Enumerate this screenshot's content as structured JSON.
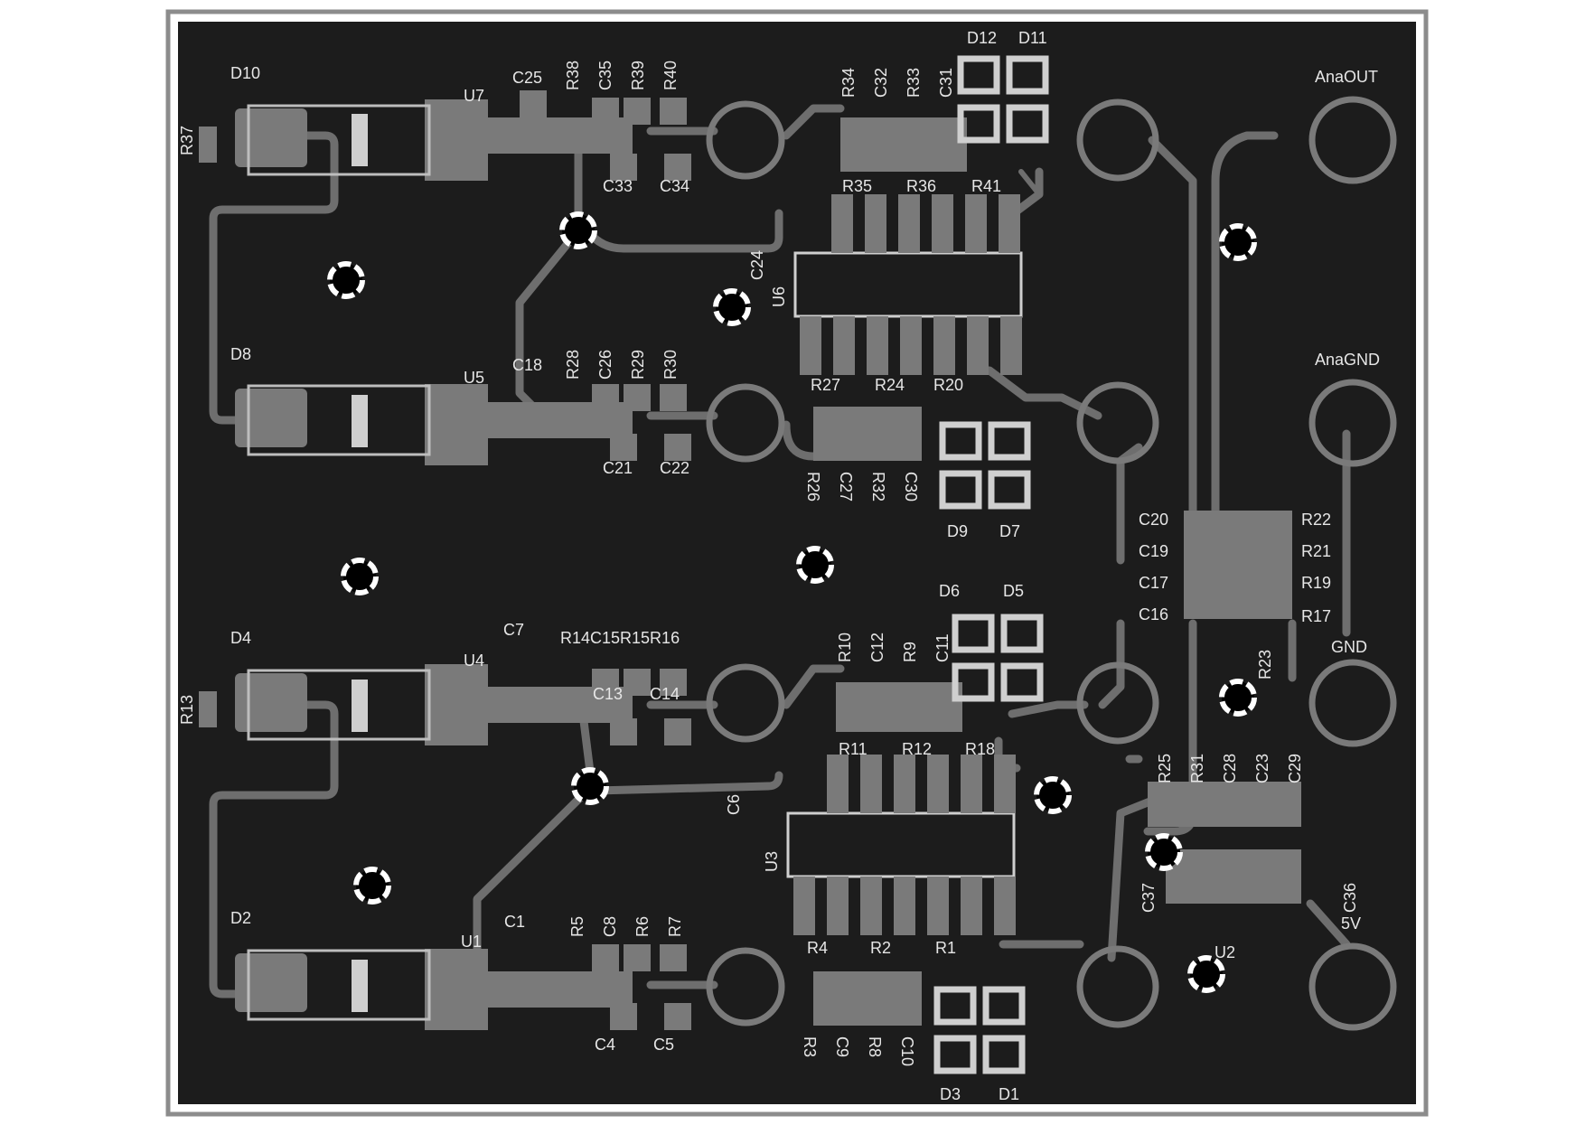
{
  "connector_labels": {
    "anaout": "AnaOUT",
    "anagnd": "AnaGND",
    "gnd": "GND",
    "v5": "5V"
  },
  "chips": {
    "u1": "U1",
    "u2": "U2",
    "u3": "U3",
    "u4": "U4",
    "u5": "U5",
    "u6": "U6",
    "u7": "U7"
  },
  "diodes": {
    "d1": "D1",
    "d2": "D2",
    "d3": "D3",
    "d4": "D4",
    "d5": "D5",
    "d6": "D6",
    "d7": "D7",
    "d8": "D8",
    "d9": "D9",
    "d10": "D10",
    "d11": "D11",
    "d12": "D12"
  },
  "resistors": {
    "r1": "R1",
    "r2": "R2",
    "r3": "R3",
    "r4": "R4",
    "r5": "R5",
    "r6": "R6",
    "r7": "R7",
    "r8": "R8",
    "r9": "R9",
    "r10": "R10",
    "r11": "R11",
    "r12": "R12",
    "r13": "R13",
    "r14c15r15r16": "R14C15R15R16",
    "r17": "R17",
    "r18": "R18",
    "r19": "R19",
    "r20": "R20",
    "r21": "R21",
    "r22": "R22",
    "r23": "R23",
    "r24": "R24",
    "r25": "R25",
    "r26": "R26",
    "r27": "R27",
    "r28": "R28",
    "r29": "R29",
    "r30": "R30",
    "r31": "R31",
    "r32": "R32",
    "r33": "R33",
    "r34": "R34",
    "r35": "R35",
    "r36": "R36",
    "r37": "R37",
    "r38": "R38",
    "r39": "R39",
    "r40": "R40",
    "r41": "R41"
  },
  "capacitors": {
    "c1": "C1",
    "c4": "C4",
    "c5": "C5",
    "c6": "C6",
    "c7": "C7",
    "c8": "C8",
    "c9": "C9",
    "c10": "C10",
    "c11": "C11",
    "c12": "C12",
    "c13": "C13",
    "c14": "C14",
    "c16": "C16",
    "c17": "C17",
    "c18": "C18",
    "c19": "C19",
    "c20": "C20",
    "c21": "C21",
    "c22": "C22",
    "c23": "C23",
    "c24": "C24",
    "c25": "C25",
    "c26": "C26",
    "c27": "C27",
    "c28": "C28",
    "c29": "C29",
    "c30": "C30",
    "c31": "C31",
    "c32": "C32",
    "c33": "C33",
    "c34": "C34",
    "c35": "C35",
    "c36": "C36",
    "c37": "C37"
  },
  "colors": {
    "board": "#1c1c1c",
    "copper": "#6e6e6e",
    "silkscreen": "#e6e6e6",
    "outline": "#8c8c8c"
  }
}
